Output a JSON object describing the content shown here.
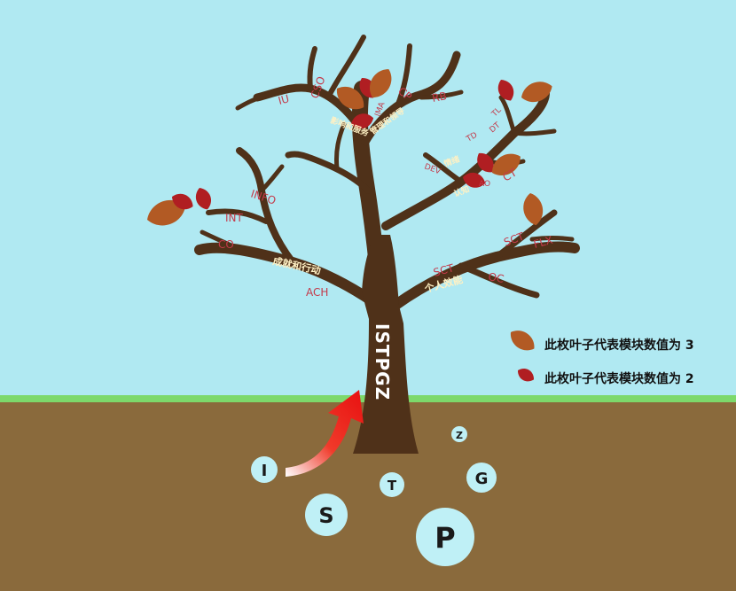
{
  "colors": {
    "sky": "#b0e9f2",
    "grass": "#7dd96b",
    "soil": "#8a6a3c",
    "bark": "#4f3119",
    "leaf_orange": "#b25a24",
    "leaf_red": "#b01e22",
    "label_red": "#c43a4a",
    "branch_label": "#fff1c4",
    "circle": "#bff0f6",
    "arrow": "#e81818"
  },
  "trunk_label": "ISTPGZ",
  "branch_labels": {
    "ach": "成就和行动",
    "per": "个人效能",
    "cog": "认知",
    "emo": "情绪",
    "imp": "影响和服务",
    "mgt": "管理和领导"
  },
  "leaf_labels": {
    "iu": "IU",
    "cso": "CSO",
    "ima": "IMA",
    "cp": "CP",
    "rb": "RB",
    "td": "TD",
    "dev": "DEV",
    "ti": "TL",
    "dt": "DT",
    "ao": "AO",
    "ct": "CT",
    "info": "INFO",
    "int": "INT",
    "co": "CO",
    "ach": "ACH",
    "sct": "SCT",
    "flx": "FLX",
    "oc": "OC",
    "sct2": "SCT"
  },
  "legend": {
    "big_leaf": "此枚叶子代表模块数值为 3",
    "small_leaf": "此枚叶子代表模块数值为 2"
  },
  "roots": {
    "i": "I",
    "s": "S",
    "t": "T",
    "p": "P",
    "g": "G",
    "z": "Z"
  }
}
